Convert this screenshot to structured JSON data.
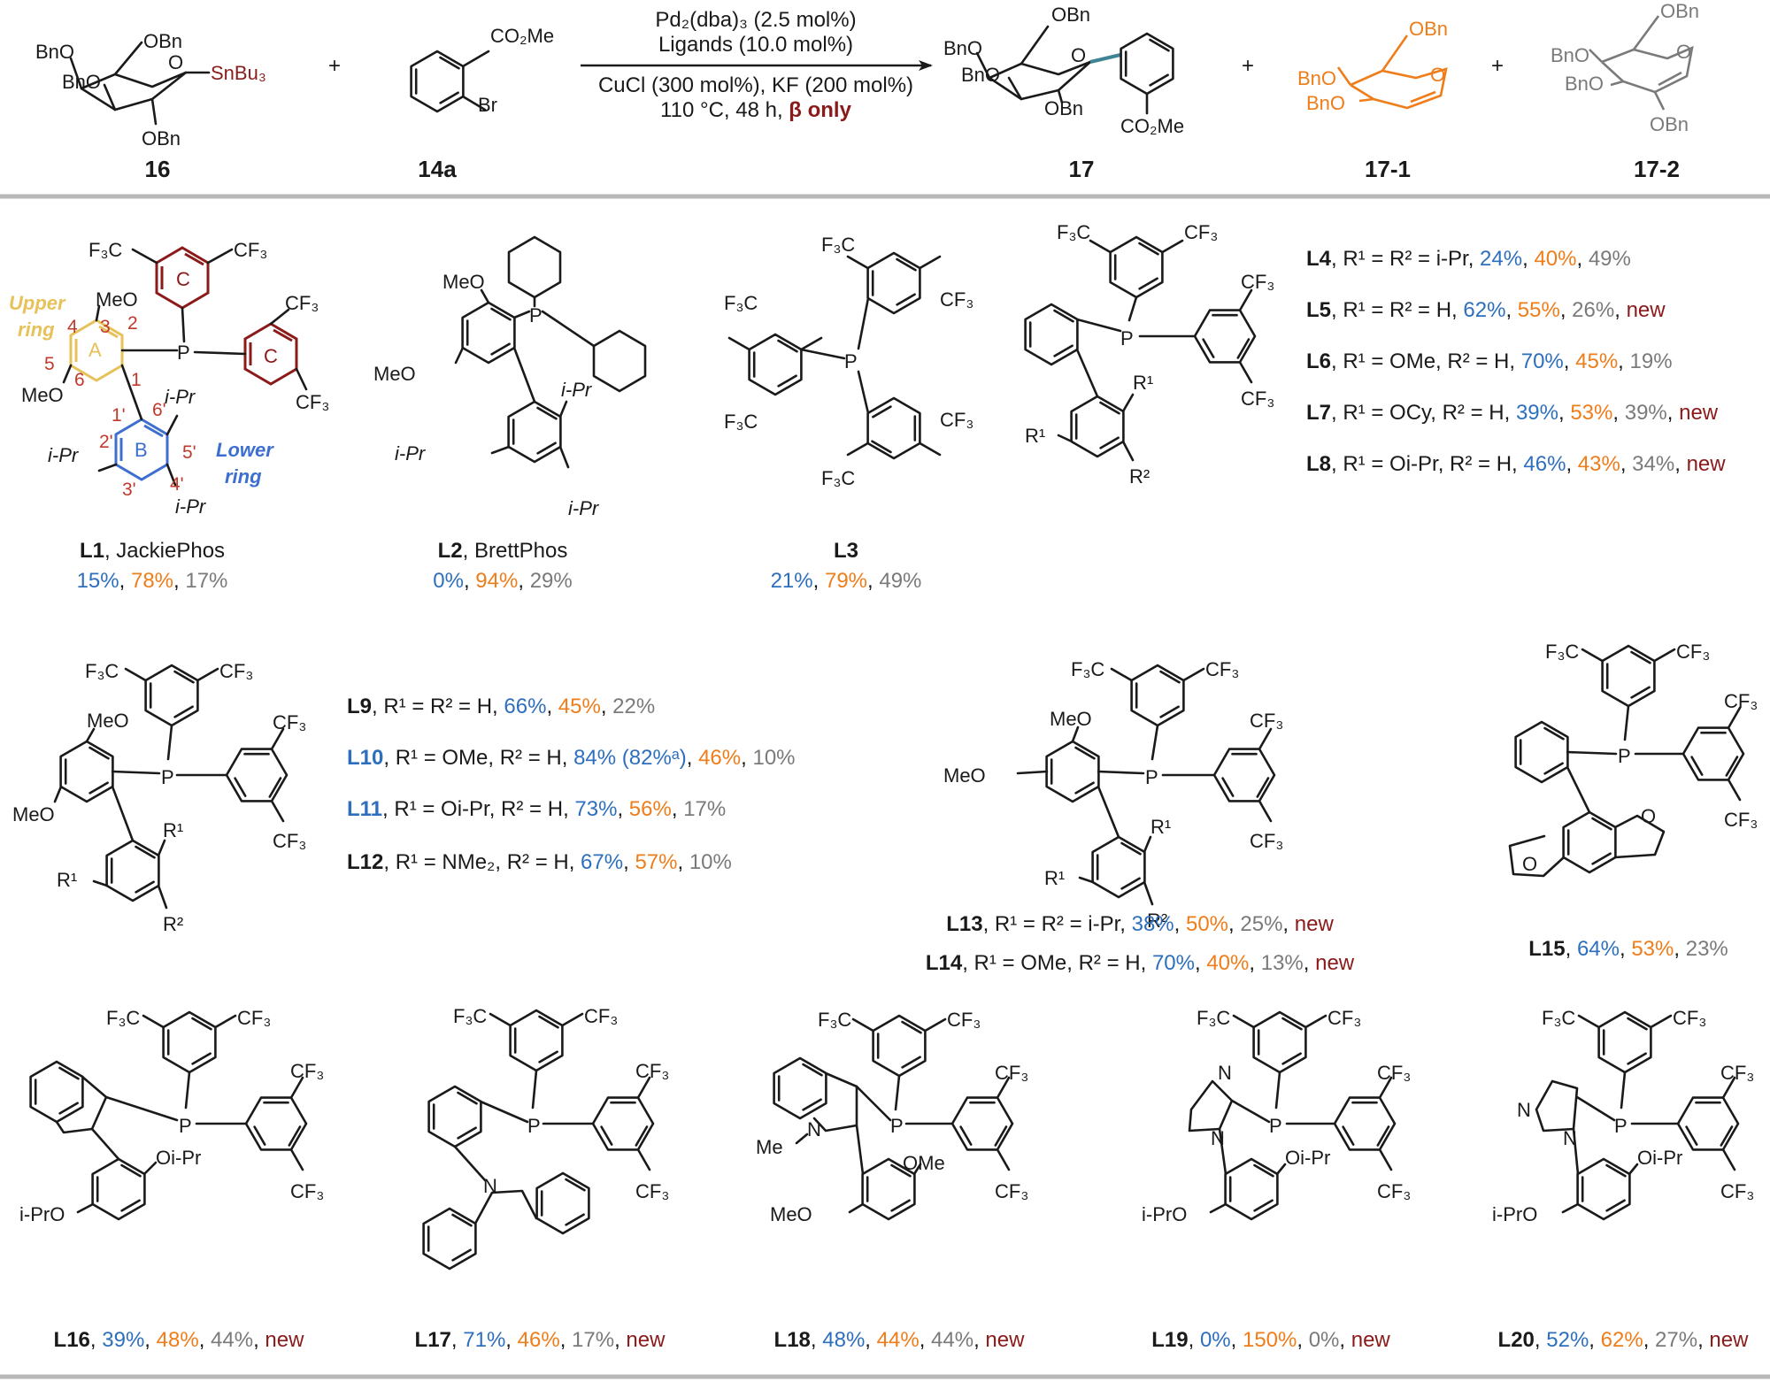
{
  "colors": {
    "blue": "#2e6fbd",
    "orange": "#ee7d1a",
    "gray": "#7a7a7a",
    "maroon": "#8b1a1a",
    "gold": "#e7c15a",
    "ringblue": "#3c6fd0",
    "teal": "#3f8494",
    "divider": "#b8b8b8"
  },
  "reaction": {
    "sm16": {
      "label": "16",
      "ring_subs": [
        "OBn",
        "BnO",
        "BnO",
        "OBn"
      ],
      "tin": "SnBu₃"
    },
    "sm14a": {
      "label": "14a",
      "ester": "CO₂Me",
      "halide": "Br"
    },
    "plus": "+",
    "conditions": {
      "line1": "Pd₂(dba)₃ (2.5 mol%)",
      "line2": "Ligands (10.0 mol%)",
      "line3": "CuCl (300 mol%), KF (200 mol%)",
      "line4a": "110 °C, 48 h, ",
      "line4b": "β only"
    },
    "p17": {
      "label": "17",
      "ester": "CO₂Me"
    },
    "p17_1": {
      "label": "17-1"
    },
    "p17_2": {
      "label": "17-2"
    }
  },
  "atoms": {
    "obn": "OBn",
    "bno": "BnO",
    "meo": "MeO",
    "ome": "OMe",
    "p": "P",
    "n": "N",
    "o": "O",
    "ipr": "i-Pr",
    "oipr": "Oi-Pr",
    "iPrO": "i-PrO",
    "me": "Me",
    "cf3": "CF₃",
    "f3c": "F₃C",
    "r1": "R¹",
    "r2": "R²"
  },
  "l1_labels": {
    "upper": "Upper",
    "ring_word": "ring",
    "lower": "Lower",
    "ringA": "A",
    "ringB": "B",
    "ringC": "C",
    "locants": [
      "1",
      "2",
      "3",
      "4",
      "5",
      "6",
      "1'",
      "2'",
      "3'",
      "4'",
      "5'",
      "6'"
    ]
  },
  "ligands": [
    {
      "id": "L1",
      "name": "JackiePhos",
      "yields": [
        "15%",
        "78%",
        "17%"
      ]
    },
    {
      "id": "L2",
      "name": "BrettPhos",
      "yields": [
        "0%",
        "94%",
        "29%"
      ]
    },
    {
      "id": "L3",
      "yields": [
        "21%",
        "79%",
        "49%"
      ]
    },
    {
      "id": "L4",
      "cond": "R¹ = R² = i-Pr",
      "yields": [
        "24%",
        "40%",
        "49%"
      ]
    },
    {
      "id": "L5",
      "cond": "R¹ = R² = H",
      "yields": [
        "62%",
        "55%",
        "26%"
      ],
      "tag": "new"
    },
    {
      "id": "L6",
      "cond": "R¹ = OMe, R² = H",
      "yields": [
        "70%",
        "45%",
        "19%"
      ]
    },
    {
      "id": "L7",
      "cond": "R¹ = OCy, R² = H",
      "yields": [
        "39%",
        "53%",
        "39%"
      ],
      "tag": "new"
    },
    {
      "id": "L8",
      "cond": "R¹ = Oi-Pr, R² = H",
      "yields": [
        "46%",
        "43%",
        "34%"
      ],
      "tag": "new"
    },
    {
      "id": "L9",
      "cond": "R¹ = R² = H",
      "yields": [
        "66%",
        "45%",
        "22%"
      ]
    },
    {
      "id": "L10",
      "cond": "R¹ = OMe,  R² = H",
      "yields": [
        "84% (82%ᵃ)",
        "46%",
        "10%"
      ]
    },
    {
      "id": "L11",
      "cond": "R¹ = Oi-Pr,  R² = H",
      "yields": [
        "73%",
        "56%",
        "17%"
      ]
    },
    {
      "id": "L12",
      "cond": "R¹ = NMe₂,  R² = H",
      "yields": [
        "67%",
        "57%",
        "10%"
      ]
    },
    {
      "id": "L13",
      "cond": "R¹ = R² = i-Pr",
      "yields": [
        "38%",
        "50%",
        "25%"
      ],
      "tag": "new"
    },
    {
      "id": "L14",
      "cond": "R¹ = OMe, R² = H",
      "yields": [
        "70%",
        "40%",
        "13%"
      ],
      "tag": "new"
    },
    {
      "id": "L15",
      "yields": [
        "64%",
        "53%",
        "23%"
      ]
    },
    {
      "id": "L16",
      "yields": [
        "39%",
        "48%",
        "44%"
      ],
      "tag": "new"
    },
    {
      "id": "L17",
      "yields": [
        "71%",
        "46%",
        "17%"
      ],
      "tag": "new"
    },
    {
      "id": "L18",
      "yields": [
        "48%",
        "44%",
        "44%"
      ],
      "tag": "new"
    },
    {
      "id": "L19",
      "yields": [
        "0%",
        "150%",
        "0%"
      ],
      "tag": "new"
    },
    {
      "id": "L20",
      "yields": [
        "52%",
        "62%",
        "27%"
      ],
      "tag": "new"
    }
  ]
}
